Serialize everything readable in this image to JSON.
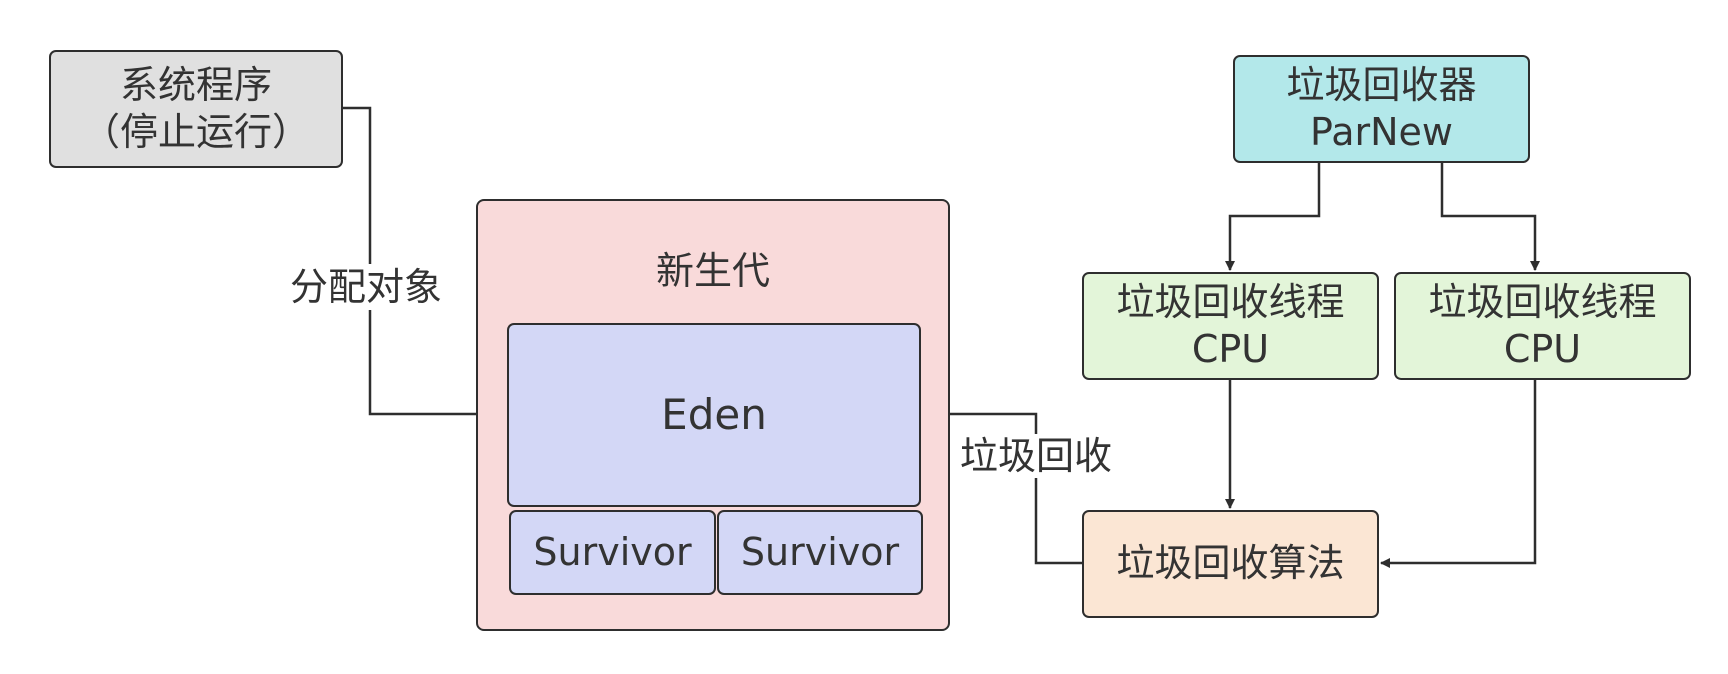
{
  "system_program": {
    "line1": "系统程序",
    "line2": "（停止运行）"
  },
  "young_generation": {
    "title": "新生代",
    "eden": "Eden",
    "survivors": [
      "Survivor",
      "Survivor"
    ]
  },
  "collector": {
    "line1": "垃圾回收器",
    "line2": "ParNew"
  },
  "threads": [
    {
      "line1": "垃圾回收线程",
      "line2": "CPU"
    },
    {
      "line1": "垃圾回收线程",
      "line2": "CPU"
    }
  ],
  "algorithm": {
    "label": "垃圾回收算法"
  },
  "edge_labels": {
    "allocate": "分配对象",
    "collect": "垃圾回收"
  },
  "colors": {
    "program": "#e0e0e0",
    "region": "#f9dada",
    "memory": "#d3d7f6",
    "collector": "#b3e8ea",
    "thread": "#e3f5d9",
    "algorithm": "#fbe6d4"
  }
}
